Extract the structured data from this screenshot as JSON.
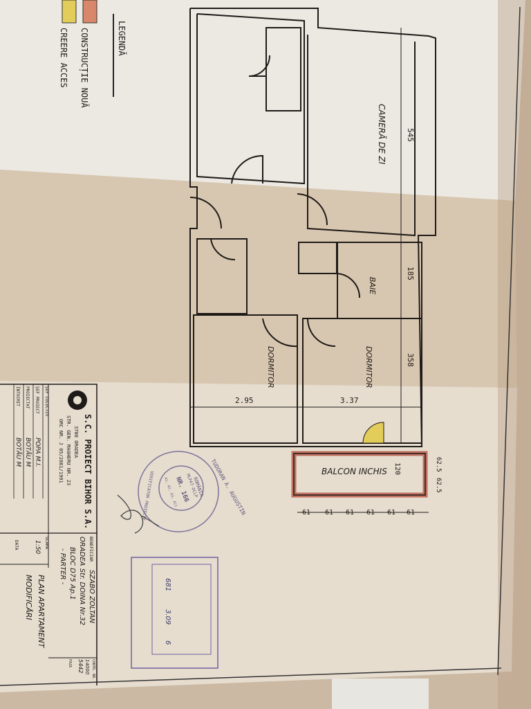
{
  "legend": {
    "title": "LEGENDĂ",
    "items": [
      {
        "label": "CONSTRUCȚIE NOUĂ",
        "color": "#d9876a"
      },
      {
        "label": "CREERE ACCES",
        "color": "#e2cc5a"
      }
    ]
  },
  "rooms": {
    "living": "CAMERĂ DE ZI",
    "bath": "BAIE",
    "bedroom_right": "DORMITOR",
    "bedroom_left": "DORMITOR",
    "balcony": "BALCON INCHIS"
  },
  "dimensions": {
    "living": "545",
    "bath": "185",
    "bedroom": "358",
    "width_left": "2.95",
    "width_right": "3.37",
    "balcony_depth": "120",
    "balcony_segments": [
      "61",
      "61",
      "61",
      "61",
      "61",
      "61"
    ],
    "balcony_side": [
      "62.5",
      "62.5"
    ]
  },
  "title_block": {
    "company": "S.C. PROIECT BIHOR S.A.",
    "city": "3700 ORADEA",
    "street": "STR. GEN. MAGHERU NR. 23",
    "reg": "ORC NR. J 05/2861/1991",
    "roles": [
      {
        "role": "ȘEF COLECTIV",
        "name": ""
      },
      {
        "role": "ȘEF PROIECT",
        "name": "POPA M.I."
      },
      {
        "role": "PROIECTAT",
        "name": "BOTĂU M"
      },
      {
        "role": "ÎNTOCMIT",
        "name": "BOTĂU M"
      }
    ],
    "beneficiar_label": "BENEFICIAR",
    "beneficiar": "SZABO ZOLTAN",
    "address1": "ORADEA Str. DOINA Nr.32",
    "address2": "BLOC D75 Ap.1",
    "address3": "- PARTER -",
    "contract_label": "CONTR. NR.",
    "contract": "14000",
    "contract2": "5442",
    "faza_label": "FAZA",
    "scara_label": "SCARA",
    "scara": "1:50",
    "data_label": "DATA",
    "plan_title1": "PLAN APARTAMENT",
    "plan_title2": "MODIFICĂRI"
  },
  "stamp": {
    "outer": "TUDORAN A. AUGUSTIN",
    "inner1": "ROMÂNIA",
    "inner2": "MLPAT-DCLP",
    "number": "NR. 166",
    "sub": "A1, A2, A3, A11",
    "ring": "VERIFICATOR PROIECTE"
  },
  "stamp2": {
    "number": "681",
    "date": "3.09",
    "extra": "6"
  }
}
